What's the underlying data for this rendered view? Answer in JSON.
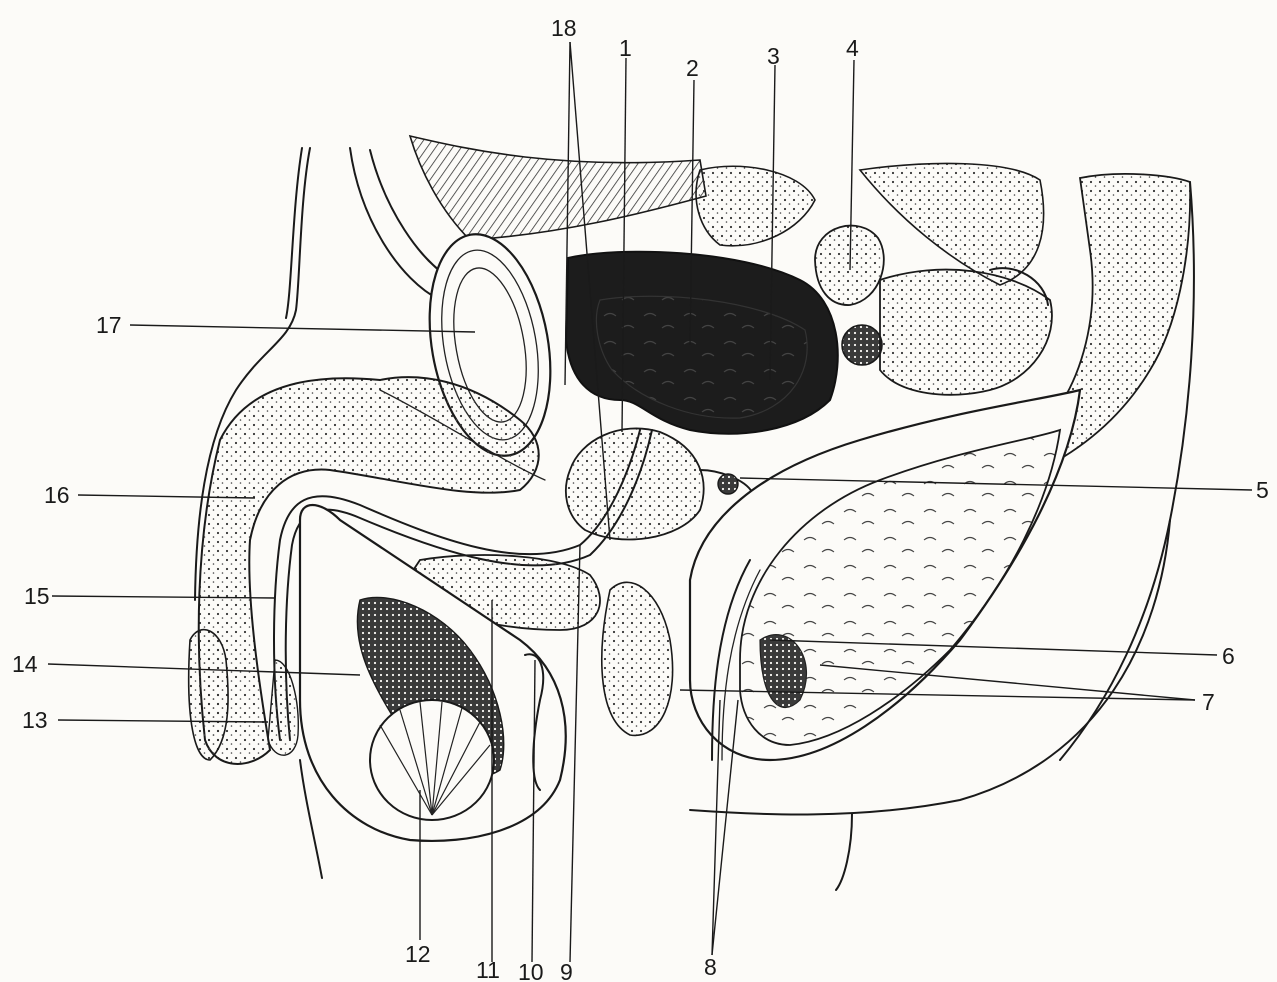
{
  "figure": {
    "labels": [
      {
        "id": "1",
        "text": "1"
      },
      {
        "id": "2",
        "text": "2"
      },
      {
        "id": "3",
        "text": "3"
      },
      {
        "id": "4",
        "text": "4"
      },
      {
        "id": "5",
        "text": "5"
      },
      {
        "id": "6",
        "text": "6"
      },
      {
        "id": "7",
        "text": "7"
      },
      {
        "id": "8",
        "text": "8"
      },
      {
        "id": "9",
        "text": "9"
      },
      {
        "id": "10",
        "text": "10"
      },
      {
        "id": "11",
        "text": "11"
      },
      {
        "id": "12",
        "text": "12"
      },
      {
        "id": "13",
        "text": "13"
      },
      {
        "id": "14",
        "text": "14"
      },
      {
        "id": "15",
        "text": "15"
      },
      {
        "id": "16",
        "text": "16"
      },
      {
        "id": "17",
        "text": "17"
      },
      {
        "id": "18",
        "text": "18"
      }
    ]
  }
}
